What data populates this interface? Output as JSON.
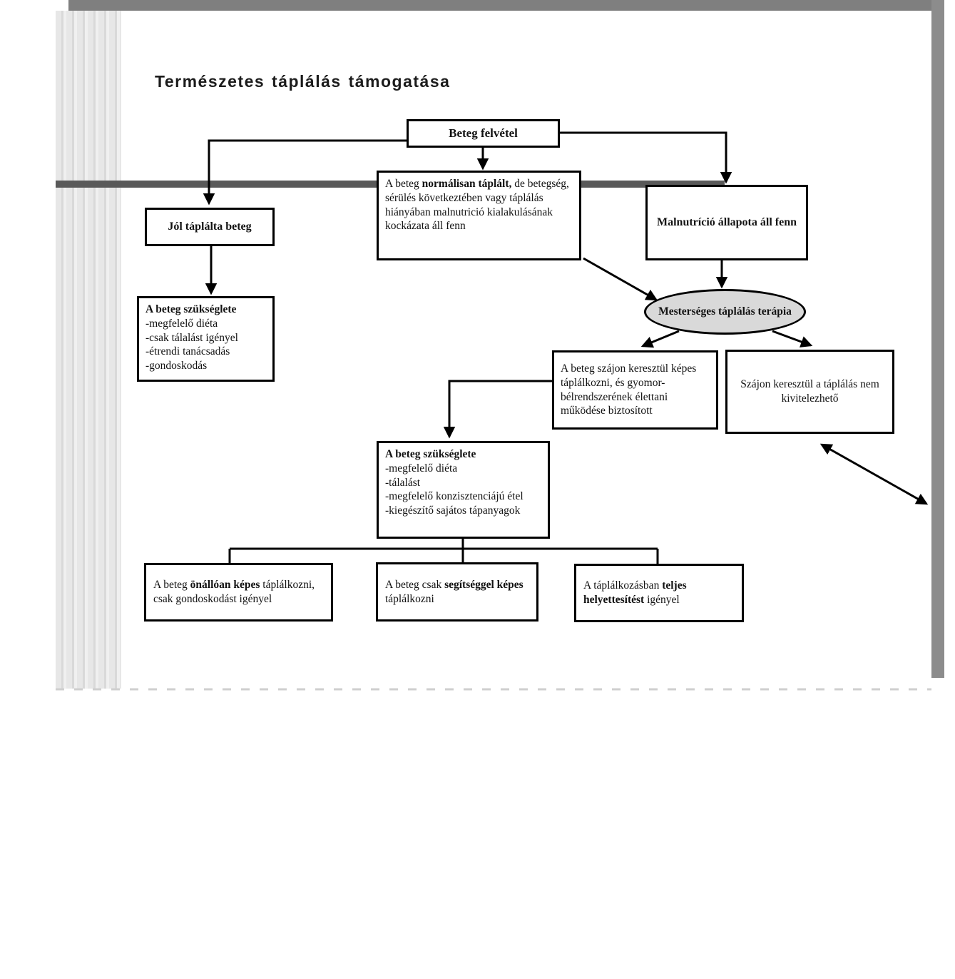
{
  "title": "Természetes táplálás támogatása",
  "colors": {
    "top_bar": "#7f7f7f",
    "side_bar": "#8c8c8c",
    "divider_bar": "#595959",
    "ellipse_fill": "#d9d9d9",
    "stripe_light": "#f0f0f0",
    "stripe_dark": "#d9d9d9",
    "dashed_line": "#cfcfcf",
    "line_color": "#000000"
  },
  "nodes": {
    "beteg_felvetel": {
      "label": "Beteg felvétel"
    },
    "jol_taplalt": {
      "label": "Jól táplálta beteg"
    },
    "normalisan": {
      "pre": "A beteg ",
      "bold": "normálisan táplált,",
      "post": " de betegség, sérülés következtében vagy táplálás hiányában malnutrició kialakulásának kockázata áll fenn"
    },
    "malnutricio": {
      "label": "Malnutríció állapota áll fenn"
    },
    "szukseglete1": {
      "title": "A beteg szükséglete",
      "items": [
        "-megfelelő diéta",
        "-csak tálalást igényel",
        "-étrendi tanácsadás",
        "-gondoskodás"
      ]
    },
    "terapia": {
      "label": "Mesterséges táplálás terápia"
    },
    "szajon_kepes": {
      "label": "A beteg szájon keresztül képes táplálkozni, és gyomor-bélrendszerének élettani működése biztosított"
    },
    "szajon_nem": {
      "label": "Szájon keresztül a táplálás nem kivitelezhető"
    },
    "szukseglete2": {
      "title": "A beteg szükséglete",
      "items": [
        "-megfelelő diéta",
        "-tálalást",
        "-megfelelő konzisztenciájú étel",
        "-kiegészítő sajátos tápanyagok"
      ]
    },
    "onalloan": {
      "pre": "A beteg ",
      "bold": "önállóan képes",
      "post": " táplálkozni, csak gondoskodást igényel"
    },
    "segitseggel": {
      "pre": "A beteg csak ",
      "bold": "segítséggel képes",
      "post": " táplálkozni"
    },
    "teljes": {
      "pre": "A táplálkozásban ",
      "bold": "teljes helyettesítést",
      "post": " igényel"
    }
  }
}
